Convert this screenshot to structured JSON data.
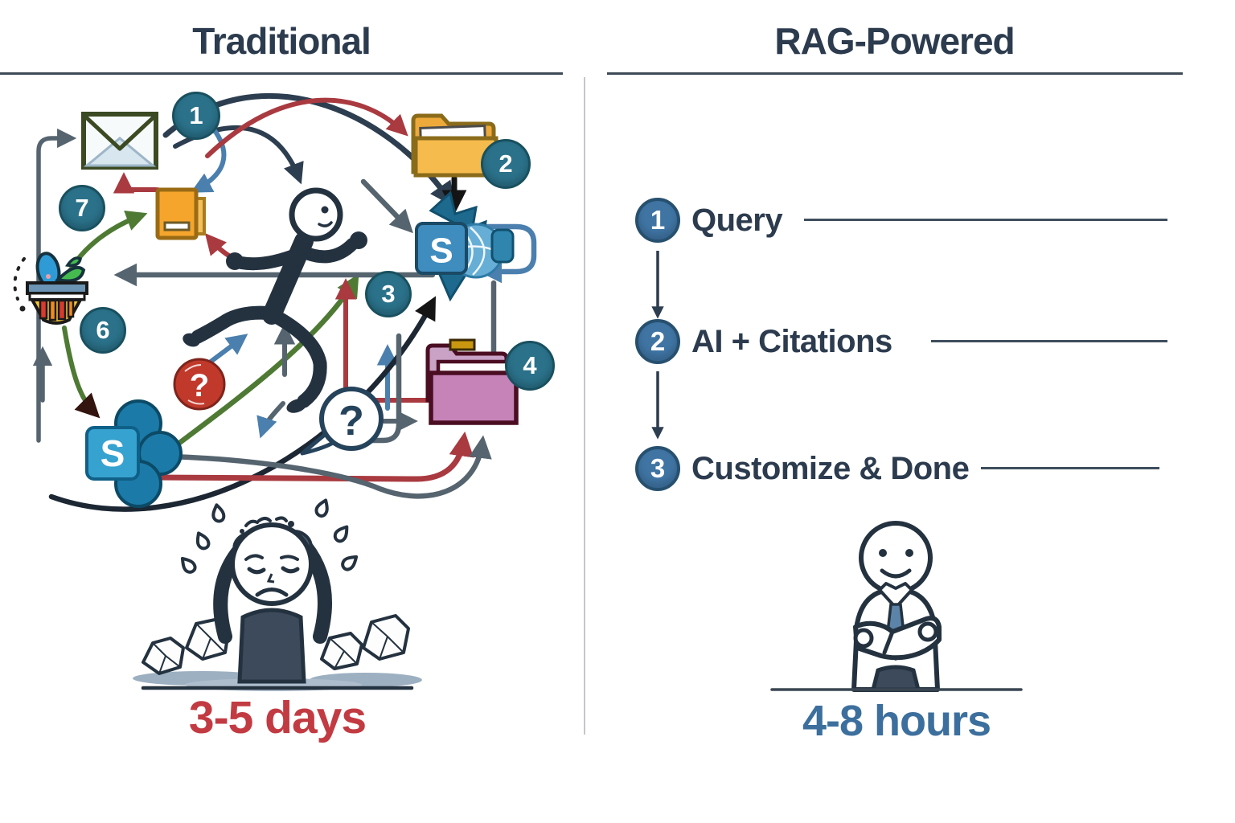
{
  "left_panel": {
    "title": "Traditional",
    "time_label": "3-5 days",
    "badges": [
      "1",
      "2",
      "3",
      "4",
      "6",
      "7"
    ],
    "sharepoint_letter": "S",
    "question_mark": "?"
  },
  "right_panel": {
    "title": "RAG-Powered",
    "steps": [
      {
        "number": "1",
        "label": "Query"
      },
      {
        "number": "2",
        "label": "AI + Citations"
      },
      {
        "number": "3",
        "label": "Customize & Done"
      }
    ],
    "time_label": "4-8 hours"
  },
  "icons": {
    "email-icon": "✉",
    "folder-icon": "📁",
    "document-icon": "📄",
    "sharepoint-icon": "S",
    "purple-folder-icon": "📁",
    "basket-icon": "🧺",
    "question-circle-icon": "?",
    "question-bubble-icon": "💬",
    "running-figure": "🏃",
    "stressed-figure": "😖",
    "confident-figure": "🙂",
    "down-arrow-icon": "↓"
  },
  "colors": {
    "title": "#2c3b4e",
    "badge_teal": "#2a7189",
    "step_blue": "#3f74a3",
    "time_red": "#c23b42",
    "time_blue": "#3c6f9d",
    "arrow_navy": "#2d3e50",
    "arrow_slate": "#55646f",
    "arrow_blue": "#4a7fae",
    "arrow_red": "#a93a40",
    "arrow_green": "#4e7a34",
    "question_red": "#c0392b"
  }
}
